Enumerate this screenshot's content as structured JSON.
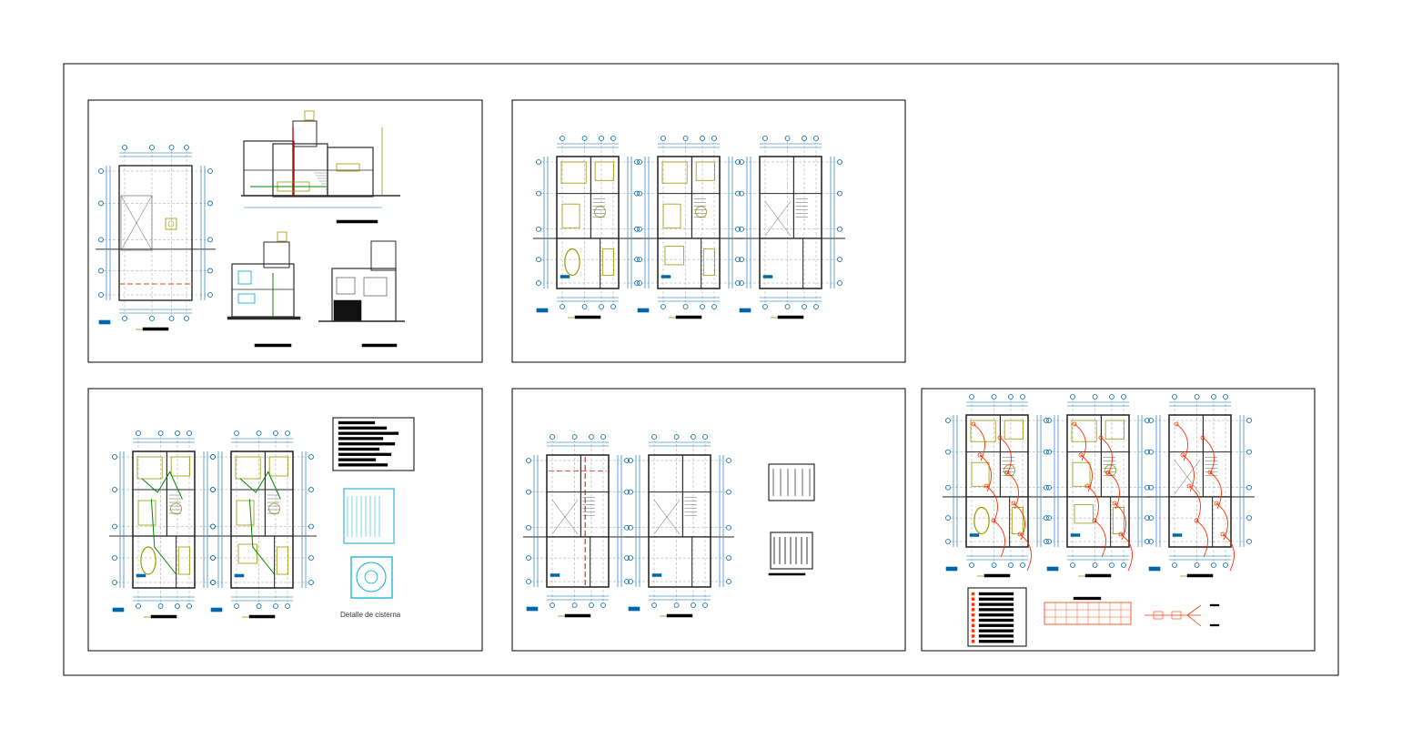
{
  "drawing": {
    "sheets": [
      {
        "name": "sheet-architectural",
        "content": "plan + sections + elevations"
      },
      {
        "name": "sheet-floor-plans",
        "content": "three floor plans"
      },
      {
        "name": "sheet-plumbing",
        "content": "two floor plans + legend + cistern detail"
      },
      {
        "name": "sheet-structure",
        "content": "two floor plans + footing details"
      },
      {
        "name": "sheet-electrical",
        "content": "three floor plans + legend + tables"
      }
    ],
    "cistern_caption": "Detalle de cisterna",
    "colors": {
      "frame": "#000000",
      "wall": "#2b2b2b",
      "furniture": "#9a9a00",
      "dimension": "#0066aa",
      "axis": "#888888",
      "red": "#d40000",
      "green": "#008800",
      "electric": "#ff3300",
      "cyan": "#00aacc"
    }
  }
}
